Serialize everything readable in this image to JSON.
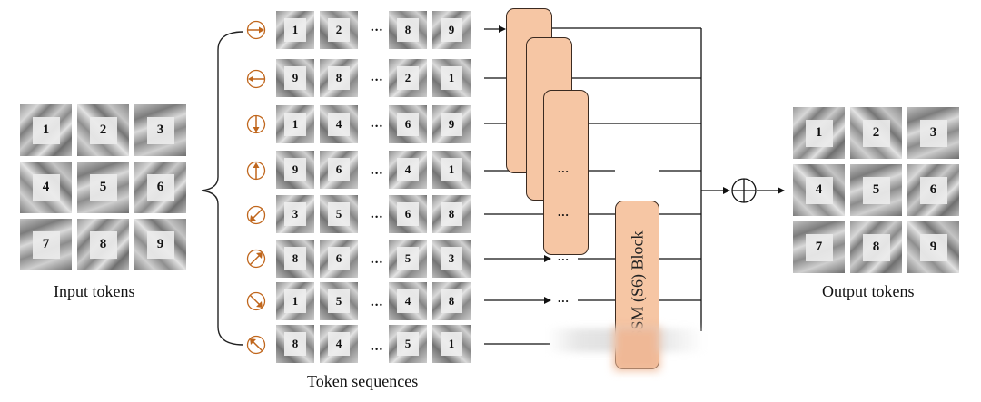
{
  "input": {
    "caption": "Input tokens",
    "tokens": [
      "1",
      "2",
      "3",
      "4",
      "5",
      "6",
      "7",
      "8",
      "9"
    ]
  },
  "sequences": {
    "caption": "Token sequences",
    "ellipsis": "...",
    "rows": [
      {
        "direction": "left-to-right",
        "icon": "arrow-right-circle-icon",
        "first": [
          "1",
          "2"
        ],
        "last": [
          "8",
          "9"
        ]
      },
      {
        "direction": "right-to-left",
        "icon": "arrow-left-circle-icon",
        "first": [
          "9",
          "8"
        ],
        "last": [
          "2",
          "1"
        ]
      },
      {
        "direction": "top-to-bottom",
        "icon": "arrow-down-circle-icon",
        "first": [
          "1",
          "4"
        ],
        "last": [
          "6",
          "9"
        ]
      },
      {
        "direction": "bottom-to-top",
        "icon": "arrow-up-circle-icon",
        "first": [
          "9",
          "6"
        ],
        "last": [
          "4",
          "1"
        ]
      },
      {
        "direction": "diagonal-down-left",
        "icon": "arrow-down-left-circle-icon",
        "first": [
          "3",
          "5"
        ],
        "last": [
          "6",
          "8"
        ]
      },
      {
        "direction": "diagonal-up-right",
        "icon": "arrow-up-right-circle-icon",
        "first": [
          "8",
          "6"
        ],
        "last": [
          "5",
          "3"
        ]
      },
      {
        "direction": "diagonal-down-right",
        "icon": "arrow-down-right-circle-icon",
        "first": [
          "1",
          "5"
        ],
        "last": [
          "4",
          "8"
        ]
      },
      {
        "direction": "diagonal-up-left",
        "icon": "arrow-up-left-circle-icon",
        "first": [
          "8",
          "4"
        ],
        "last": [
          "5",
          "1"
        ]
      }
    ]
  },
  "blocks": {
    "label": "SSM (S6) Block",
    "fill": "#f6c6a4",
    "dots": "..."
  },
  "merge": {
    "icon": "circle-plus-icon"
  },
  "output": {
    "caption": "Output tokens",
    "tokens": [
      "1",
      "2",
      "3",
      "4",
      "5",
      "6",
      "7",
      "8",
      "9"
    ]
  },
  "colors": {
    "direction_icon": "#c0661c",
    "block_fill": "#f6c6a4",
    "line": "#111111"
  }
}
